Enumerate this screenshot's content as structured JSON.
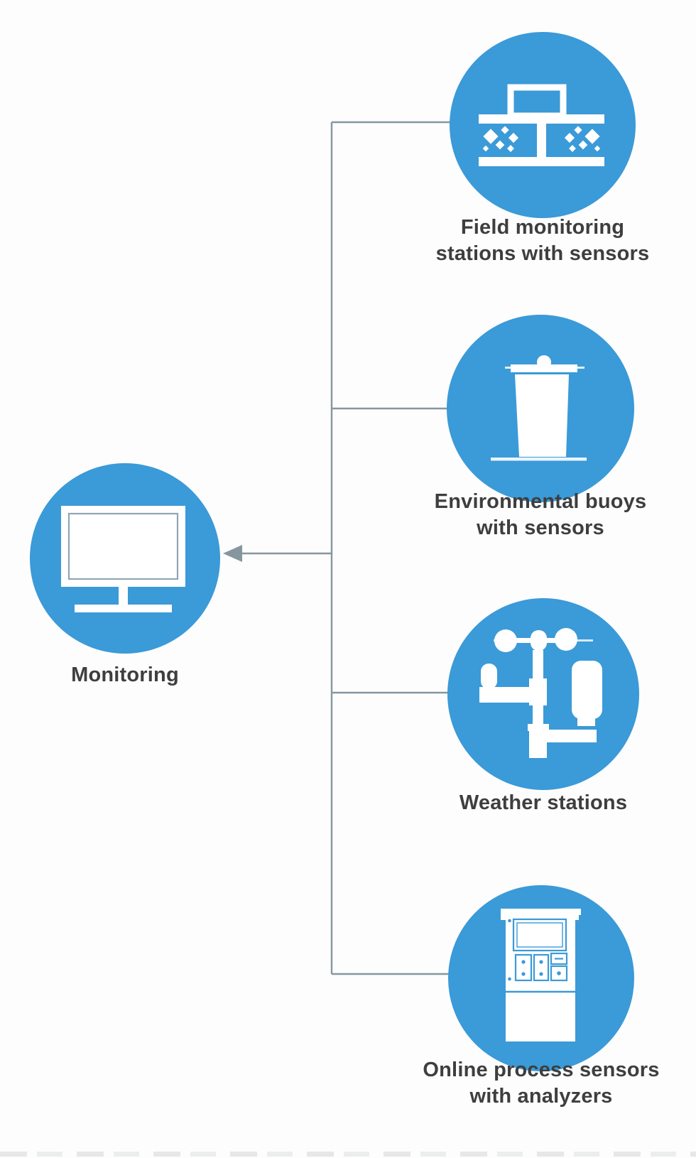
{
  "diagram": {
    "colors": {
      "node_blue": "#3b9ad8",
      "connector_gray": "#85969f",
      "label_text": "#3e3e3e",
      "icon_white": "#ffffff"
    },
    "center_node": {
      "label": "Monitoring",
      "icon": "monitor-icon"
    },
    "nodes": [
      {
        "icon": "field-monitoring-station-icon",
        "label_line1": "Field monitoring",
        "label_line2": "stations with sensors"
      },
      {
        "icon": "environmental-buoy-icon",
        "label_line1": "Environmental buoys",
        "label_line2": "with sensors"
      },
      {
        "icon": "weather-station-icon",
        "label_line1": "Weather stations",
        "label_line2": ""
      },
      {
        "icon": "online-process-analyzer-icon",
        "label_line1": "Online process sensors",
        "label_line2": "with analyzers"
      }
    ],
    "connector": {
      "arrow_direction": "left-into-monitoring"
    }
  }
}
